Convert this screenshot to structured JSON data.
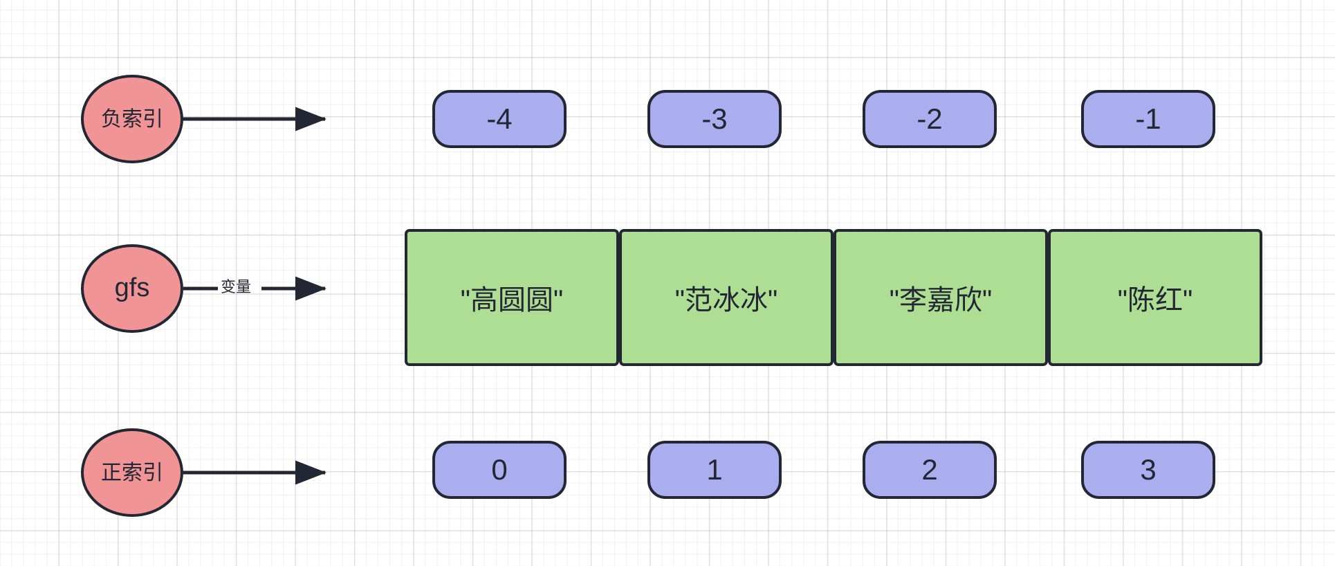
{
  "diagram": {
    "title": "Python list positive and negative index diagram",
    "colors": {
      "node_fill": "#f09496",
      "index_fill": "#aaaeef",
      "cell_fill": "#aede93",
      "stroke": "#232733",
      "text": "#232733",
      "grid_minor": "#ebebeb",
      "grid_major": "#e0e0e0",
      "background": "#ffffff"
    },
    "nodes": [
      {
        "id": "neg-index",
        "label": "负索引"
      },
      {
        "id": "gfs",
        "label": "gfs"
      },
      {
        "id": "pos-index",
        "label": "正索引"
      }
    ],
    "edges": [
      {
        "id": "edge-neg-index",
        "label": ""
      },
      {
        "id": "edge-gfs",
        "label": "变量"
      },
      {
        "id": "edge-pos-index",
        "label": ""
      }
    ],
    "negative_indices": [
      "-4",
      "-3",
      "-2",
      "-1"
    ],
    "positive_indices": [
      "0",
      "1",
      "2",
      "3"
    ],
    "list_values": [
      "\"高圆圆\"",
      "\"范冰冰\"",
      "\"李嘉欣\"",
      "\"陈红\""
    ]
  }
}
